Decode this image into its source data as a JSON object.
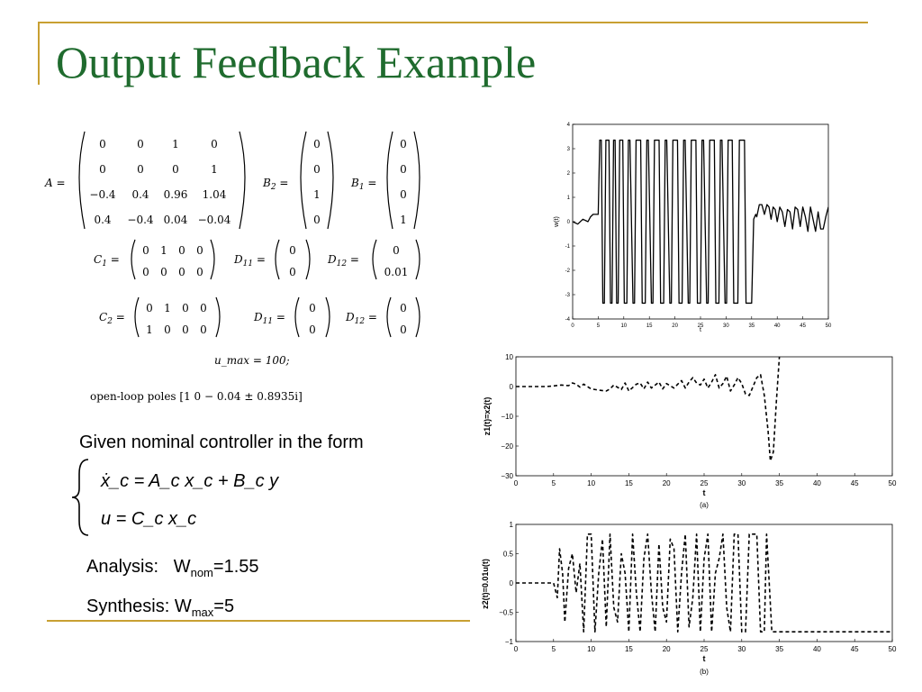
{
  "slide": {
    "title": "Output Feedback Example",
    "given_text": "Given nominal controller in the form",
    "analysis_label": "Analysis:",
    "analysis_sym": "W",
    "analysis_sub": "nom",
    "analysis_val": "=1.55",
    "synthesis_label": "Synthesis:",
    "synthesis_sym": "W",
    "synthesis_sub": "max",
    "synthesis_val": "=5"
  },
  "math": {
    "A_rows": [
      [
        "0",
        "0",
        "1",
        "0"
      ],
      [
        "0",
        "0",
        "0",
        "1"
      ],
      [
        "−0.4",
        "0.4",
        "0.96",
        "1.04"
      ],
      [
        "0.4",
        "−0.4",
        "0.04",
        "−0.04"
      ]
    ],
    "B2": [
      "0",
      "0",
      "1",
      "0"
    ],
    "B1": [
      "0",
      "0",
      "0",
      "1"
    ],
    "C1_rows": [
      [
        "0",
        "1",
        "0",
        "0"
      ],
      [
        "0",
        "0",
        "0",
        "0"
      ]
    ],
    "D11a": [
      "0",
      "0"
    ],
    "D12a": [
      "0",
      "0.01"
    ],
    "C2_rows": [
      [
        "0",
        "1",
        "0",
        "0"
      ],
      [
        "1",
        "0",
        "0",
        "0"
      ]
    ],
    "D11b": [
      "0",
      "0"
    ],
    "D12b": [
      "0",
      "0"
    ],
    "umax": "u_max = 100;",
    "poles": "open-loop poles [1   0   − 0.04 ± 0.8935i]",
    "eq1": "ẋ_c = A_c x_c + B_c y",
    "eq2": "u = C_c x_c"
  },
  "chart_data": [
    {
      "type": "line",
      "xlabel": "t",
      "ylabel": "w(t)",
      "xlim": [
        0,
        50
      ],
      "ylim": [
        -4,
        4
      ],
      "xticks": [
        "0",
        "5",
        "10",
        "15",
        "20",
        "25",
        "30",
        "35",
        "40",
        "45",
        "50"
      ],
      "yticks": [
        "4",
        "3",
        "2",
        "1",
        "0",
        "-1",
        "-2",
        "-3",
        "-4"
      ],
      "series": [
        {
          "style": "solid",
          "x": [
            0,
            1,
            2,
            3,
            3.5,
            4,
            5,
            5.3,
            5.6,
            5.9,
            6.2,
            6.5,
            6.8,
            7.1,
            7.4,
            7.7,
            8.0,
            8.3,
            8.6,
            8.9,
            9.2,
            9.5,
            9.8,
            10.1,
            10.6,
            10.9,
            11.2,
            11.8,
            12.1,
            12.4,
            13.0,
            13.3,
            13.6,
            14.2,
            14.5,
            14.8,
            15.4,
            15.7,
            16.0,
            16.6,
            16.9,
            17.2,
            17.8,
            18.1,
            18.4,
            19.0,
            19.3,
            19.6,
            20.2,
            20.5,
            20.8,
            21.4,
            21.7,
            22.0,
            22.6,
            22.9,
            23.2,
            23.8,
            24.1,
            24.4,
            25.0,
            25.3,
            25.6,
            26.2,
            26.5,
            26.8,
            27.4,
            27.7,
            28.0,
            28.6,
            28.9,
            29.2,
            29.8,
            30.1,
            30.4,
            30.9,
            31.2,
            31.5,
            32.3,
            32.6,
            32.9,
            33.3,
            33.6,
            33.9,
            34.4,
            35.0,
            35.4,
            35.8,
            36.0,
            36.5,
            37.0,
            37.5,
            38.0,
            38.4,
            38.8,
            39.2,
            39.6,
            40.0,
            40.5,
            41.0,
            41.5,
            42.0,
            42.5,
            43.0,
            43.5,
            44.0,
            44.5,
            45.0,
            45.5,
            46.0,
            46.5,
            47.0,
            47.5,
            48.0,
            48.5,
            49.0,
            49.5,
            50.0
          ],
          "y": [
            0.0,
            -0.1,
            0.1,
            0.0,
            0.2,
            0.3,
            0.3,
            3.35,
            3.35,
            -3.35,
            -3.35,
            3.35,
            3.35,
            3.35,
            -3.35,
            -3.35,
            3.35,
            3.35,
            -3.35,
            -3.35,
            3.35,
            3.35,
            3.35,
            -3.35,
            -3.35,
            3.35,
            3.35,
            -3.35,
            -3.35,
            3.35,
            3.35,
            3.35,
            -3.35,
            -3.35,
            3.35,
            3.35,
            -3.35,
            -3.35,
            3.35,
            3.35,
            3.35,
            -3.35,
            -3.35,
            3.35,
            3.35,
            -3.35,
            -3.35,
            3.35,
            3.35,
            3.35,
            -3.35,
            -3.35,
            3.35,
            3.35,
            -3.35,
            -3.35,
            3.35,
            3.35,
            3.35,
            -3.35,
            -3.35,
            3.35,
            3.35,
            -3.35,
            -3.35,
            3.35,
            3.35,
            3.35,
            -3.35,
            -3.35,
            3.35,
            3.35,
            -3.35,
            -3.35,
            3.35,
            3.35,
            3.35,
            -3.35,
            -3.35,
            3.35,
            3.35,
            3.35,
            3.35,
            -3.35,
            -3.35,
            -3.35,
            0.1,
            0.3,
            0.2,
            0.7,
            0.7,
            0.3,
            0.7,
            0.6,
            0.1,
            0.6,
            0.5,
            0.0,
            0.6,
            0.4,
            -0.2,
            0.5,
            0.4,
            -0.3,
            0.6,
            0.5,
            -0.2,
            0.6,
            0.2,
            -0.4,
            0.6,
            0.1,
            -0.4,
            0.4,
            -0.3,
            -0.3,
            0.2,
            0.6
          ]
        }
      ]
    },
    {
      "type": "line",
      "xlabel": "t",
      "ylabel": "z1(t)=x2(t)",
      "caption": "(a)",
      "xlim": [
        0,
        50
      ],
      "ylim": [
        -30,
        10
      ],
      "xticks": [
        "0",
        "5",
        "10",
        "15",
        "20",
        "25",
        "30",
        "35",
        "40",
        "45",
        "50"
      ],
      "yticks": [
        "10",
        "0",
        "−10",
        "−20",
        "−30"
      ],
      "series": [
        {
          "style": "dashed",
          "x": [
            0,
            1,
            2,
            3,
            4,
            5,
            6,
            7,
            7.5,
            8,
            8.5,
            9,
            9.5,
            10,
            11,
            12,
            12.5,
            13,
            14,
            14.5,
            15,
            16,
            16.5,
            17,
            17.5,
            18,
            19,
            19.5,
            20,
            21,
            21.5,
            22,
            22.5,
            23,
            23.5,
            24,
            24.5,
            25,
            25.5,
            26,
            26.5,
            27,
            27.5,
            28,
            28.5,
            29,
            29.5,
            30,
            30.5,
            31,
            31.5,
            32,
            32.5,
            33,
            33.5,
            33.8,
            34.2,
            34.6,
            35
          ],
          "y": [
            0,
            0,
            0,
            0,
            0,
            0.2,
            0.5,
            0.3,
            1.2,
            0.8,
            -0.2,
            0.8,
            0,
            -0.8,
            -1.2,
            -1.5,
            -0.8,
            0.5,
            -1,
            1.2,
            -1.5,
            0.8,
            1.2,
            -0.8,
            1.5,
            -0.5,
            1.5,
            -0.8,
            1,
            -0.5,
            0.8,
            2,
            -0.5,
            1.5,
            3,
            1.2,
            0.5,
            2.5,
            -0.5,
            1.5,
            4,
            -0.5,
            1,
            3.5,
            -1.5,
            0.5,
            3,
            1,
            -2.5,
            -3,
            0,
            3,
            4,
            -3,
            -15,
            -25,
            -22,
            -5,
            10
          ]
        }
      ]
    },
    {
      "type": "line",
      "xlabel": "t",
      "ylabel": "z2(t)=0.01u(t)",
      "caption": "(b)",
      "xlim": [
        0,
        50
      ],
      "ylim": [
        -1.2,
        1.2
      ],
      "xticks": [
        "0",
        "5",
        "10",
        "15",
        "20",
        "25",
        "30",
        "35",
        "40",
        "45",
        "50"
      ],
      "yticks": [
        "1",
        "0.5",
        "0",
        "−0.5",
        "−1"
      ],
      "series": [
        {
          "style": "dashed",
          "x": [
            0,
            1,
            2,
            3,
            4,
            5,
            5.5,
            5.8,
            6.2,
            6.5,
            7,
            7.5,
            8,
            8.5,
            9,
            9.5,
            10,
            10.5,
            11,
            11.5,
            12,
            12.5,
            13,
            13.5,
            14,
            14.5,
            15,
            15.5,
            16,
            16.5,
            17,
            17.5,
            18,
            18.5,
            19,
            19.5,
            20,
            20.5,
            21,
            21.5,
            22,
            22.5,
            23,
            23.5,
            24,
            24.5,
            25,
            25.5,
            26,
            26.5,
            27,
            27.5,
            28,
            28.5,
            29,
            29.5,
            30,
            30.5,
            31,
            31.5,
            32,
            32.5,
            33,
            33.3,
            34,
            35,
            40,
            45,
            50
          ],
          "y": [
            0,
            0,
            0,
            0,
            0,
            0,
            -0.3,
            0.7,
            0.2,
            -0.8,
            0.3,
            0.6,
            -0.2,
            0.4,
            -1,
            1,
            1,
            -1,
            0.2,
            0.9,
            -0.9,
            1,
            -0.5,
            -0.8,
            0.6,
            0.2,
            -1,
            1,
            -0.2,
            -1,
            0.5,
            1,
            -0.2,
            -1,
            0.8,
            -0.5,
            -0.8,
            0.9,
            0.7,
            -1,
            0.2,
            1,
            -0.9,
            -0.3,
            1,
            -1,
            0.5,
            1,
            -1,
            0.2,
            0.5,
            1,
            -0.5,
            -1,
            1,
            1,
            -1,
            -1,
            1,
            1,
            1,
            -1,
            -1,
            1,
            -1,
            -1,
            -1,
            -1,
            -1
          ]
        }
      ]
    }
  ]
}
